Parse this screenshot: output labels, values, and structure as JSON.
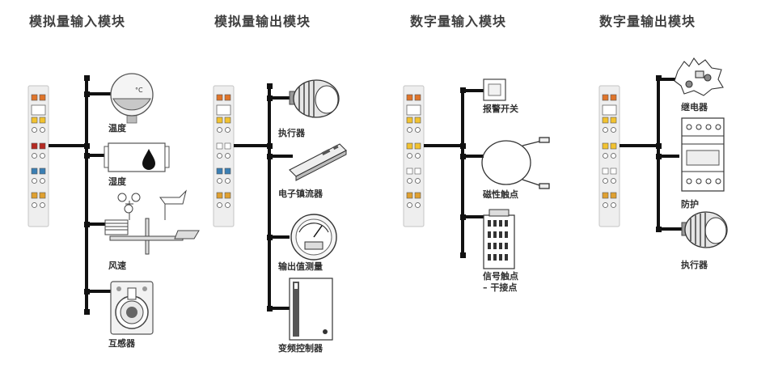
{
  "modules": [
    {
      "title": "模拟量输入模块",
      "devices": [
        "温度",
        "湿度",
        "风速",
        "互感器"
      ]
    },
    {
      "title": "模拟量输出模块",
      "devices": [
        "执行器",
        "电子镇流器",
        "输出值测量",
        "变频控制器"
      ]
    },
    {
      "title": "数字量输入模块",
      "devices": [
        "报警开关",
        "磁性触点",
        "信号触点",
        "– 干接点"
      ]
    },
    {
      "title": "数字量输出模块",
      "devices": [
        "继电器",
        "防护",
        "执行器"
      ]
    }
  ],
  "colors": {
    "orange": "#e0742a",
    "yellow": "#f2c230",
    "red": "#b52a22",
    "blue": "#3a7fb4",
    "bus": "#111111"
  }
}
